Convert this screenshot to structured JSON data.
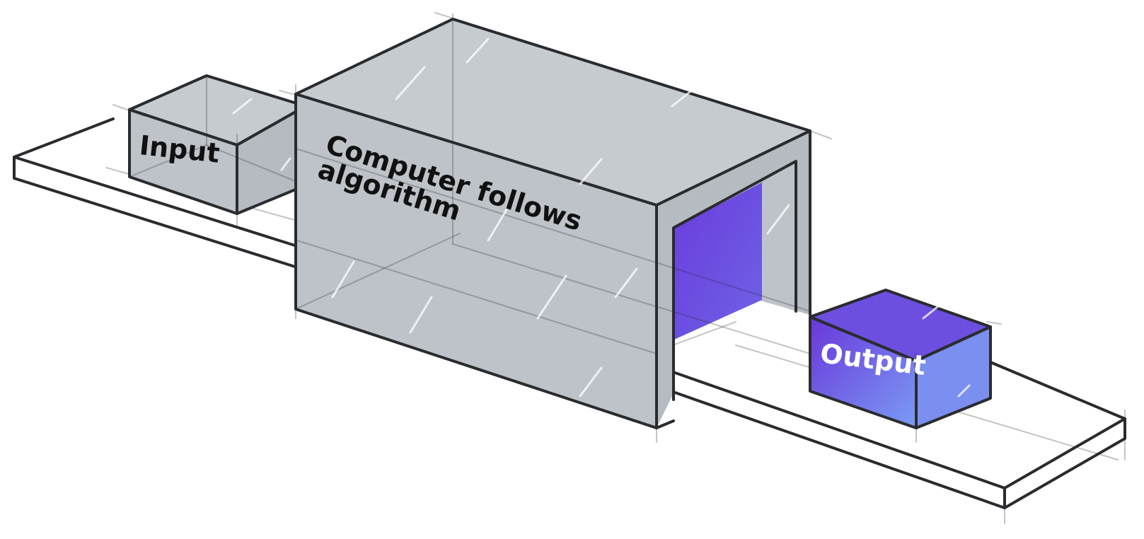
{
  "labels": {
    "input": "Input",
    "process": "Computer follows",
    "process_line2": "algorithm",
    "output": "Output"
  },
  "colors": {
    "machine_fill": "#bec3c9",
    "input_fill": "#bec3c9",
    "belt_fill": "#ffffff",
    "outline": "#2a2b2e",
    "output_gradient_start": "#6a36d9",
    "output_gradient_end": "#7a9cf5",
    "label_dark": "#111111",
    "label_light": "#ffffff"
  }
}
